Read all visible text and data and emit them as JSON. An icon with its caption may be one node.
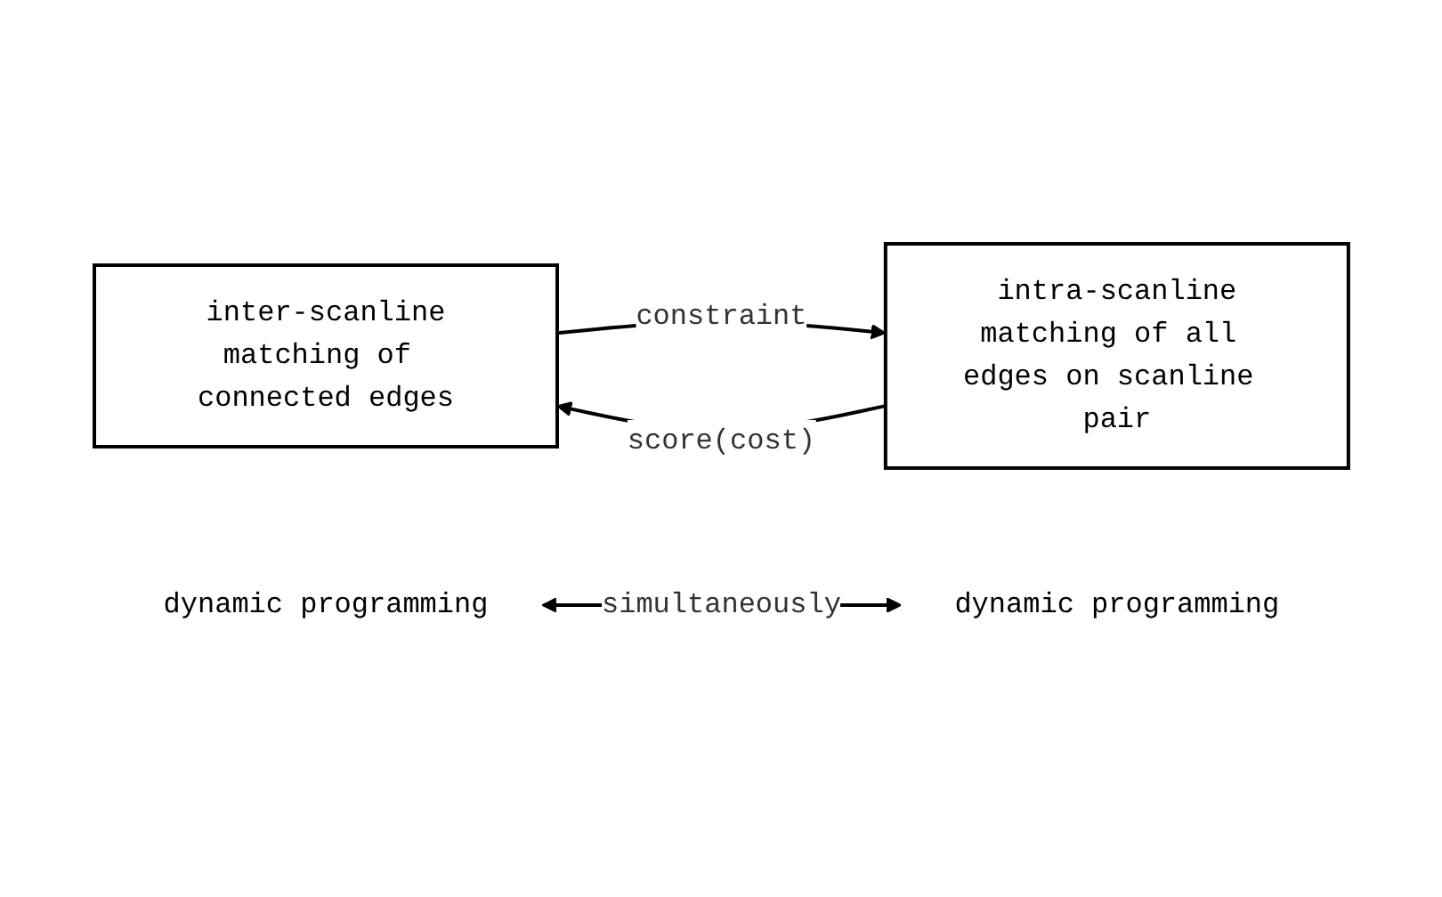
{
  "diagram": {
    "nodes": [
      {
        "text": [
          "inter-scanline",
          "matching of connected edges"
        ]
      },
      {
        "text": [
          "intra-scanline",
          "matching of all edges on scanline pair"
        ]
      },
      {
        "text": [
          "dynamic programming"
        ]
      },
      {
        "text": [
          "dynamic programming"
        ]
      }
    ],
    "edges": [
      {
        "from": 0,
        "to": 1,
        "arrow": "to",
        "label": "constraint"
      },
      {
        "from": 1,
        "to": 0,
        "arrow": "to",
        "label": "score(cost)"
      },
      {
        "from": 2,
        "to": 3,
        "arrow": "both",
        "label": "simultaneously"
      }
    ]
  }
}
